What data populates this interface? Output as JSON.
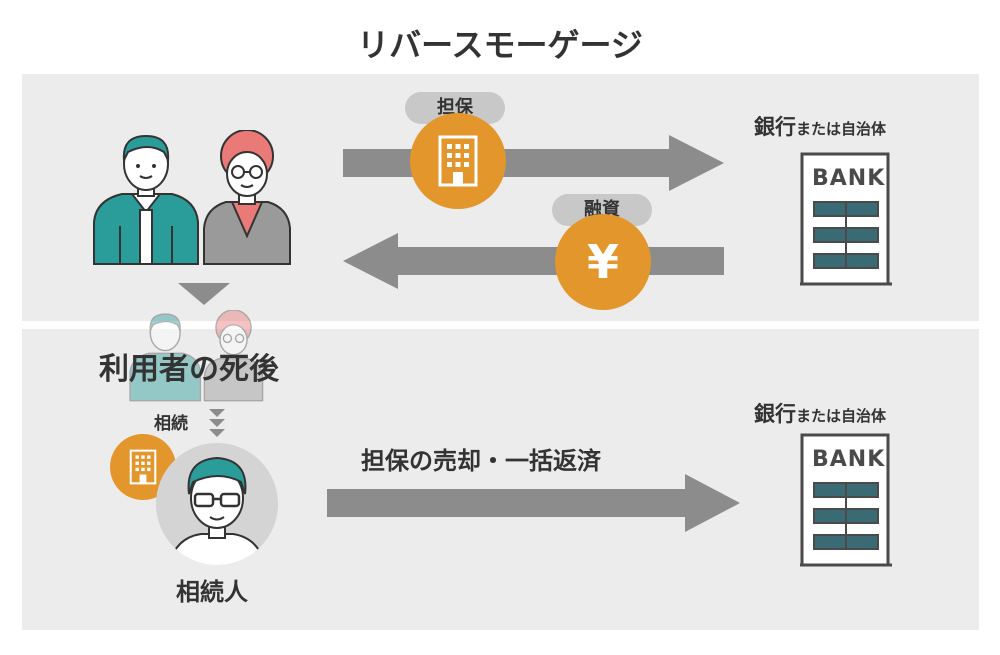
{
  "title": "リバースモーゲージ",
  "top": {
    "collateral_label": "担保",
    "loan_label": "融資",
    "bank_caption_main": "銀行",
    "bank_caption_small": "または",
    "bank_caption_tail": "自治体",
    "bank_sign": "BANK",
    "yen_symbol": "¥"
  },
  "bottom": {
    "after_death_label": "利用者の死後",
    "inherit_label": "相続",
    "heir_label": "相続人",
    "sale_label": "担保の売却・一括返済",
    "bank_caption_main": "銀行",
    "bank_caption_small": "または",
    "bank_caption_tail": "自治体",
    "bank_sign": "BANK"
  },
  "colors": {
    "panel": "#ececec",
    "arrow": "#8c8c8c",
    "coin": "#e2962c",
    "teal": "#2a9d9b",
    "pink": "#e97a78",
    "bank_bar": "#3a6a73"
  }
}
